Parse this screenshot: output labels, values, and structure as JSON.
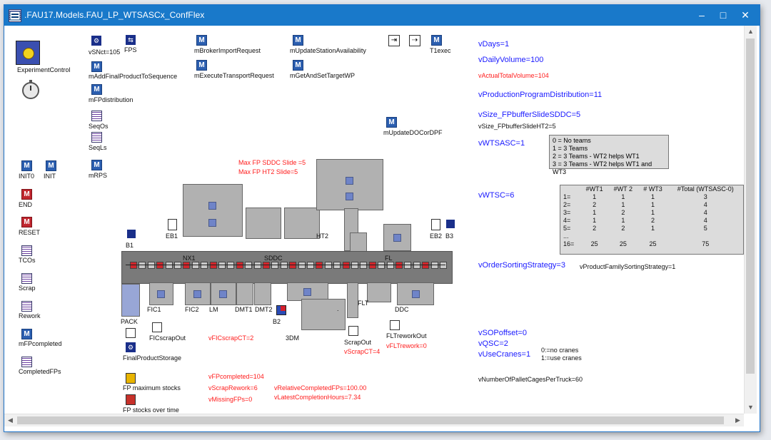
{
  "window": {
    "title": ".FAU17.Models.FAU_LP_WTSASCx_ConfFlex",
    "min_glyph": "–",
    "max_glyph": "□",
    "close_glyph": "✕"
  },
  "scrollbars": {
    "up": "▲",
    "down": "▼",
    "left": "◀",
    "right": "▶"
  },
  "left_objects": {
    "experiment_control": "ExperimentControl",
    "init0": "INIT0",
    "init": "INIT",
    "end": "END",
    "reset": "RESET",
    "tcos": "TCOs",
    "scrap": "Scrap",
    "rework": "Rework",
    "mfpcompleted": "mFPcompleted",
    "completedfps": "CompletedFPs"
  },
  "methods": {
    "vsnct": "vSNct=105",
    "fps": "FPS",
    "madd": "mAddFinalProductToSequence",
    "mfpdist": "mFPdistribution",
    "seqos": "SeqOs",
    "seqls": "SeqLs",
    "mrps": "mRPS",
    "mbroker": "mBrokerImportRequest",
    "mexecute": "mExecuteTransportRequest",
    "mupdatestation": "mUpdateStationAvailability",
    "mgetset": "mGetAndSetTargetWP",
    "t1exec": "T1exec",
    "mupdatedoc": "mUpdateDOCorDPF"
  },
  "model_labels": {
    "max_fp_sddc": "Max FP SDDC Slide =5",
    "max_fp_ht2": "Max FP HT2 Slide=5",
    "b1": "B1",
    "eb1": "EB1",
    "nx1": "NX1",
    "sddc": "SDDC",
    "ht2": "HT2",
    "fl": "FL",
    "eb2": "EB2",
    "b3": "B3",
    "pack": "PACK",
    "fic1": "FIC1",
    "fic2": "FIC2",
    "lm": "LM",
    "dmt1": "DMT1",
    "dmt2": "DMT2",
    "b2": "B2",
    "tdm": "3DM",
    "flt": "FLT",
    "ddc": "DDC",
    "dot": ".",
    "ficscrapout": "FICscrapOut",
    "vficscrapct": "vFICscrapCT=2",
    "finalproductstorage": "FinalProductStorage",
    "scrapout": "ScrapOut",
    "vscrapct": "vScrapCT=4",
    "fltreworkout": "FLTreworkOut",
    "vfltrework": "vFLTrework=0"
  },
  "bottom_left": {
    "fp_max": "FP maximum stocks",
    "fp_time": "FP stocks over time",
    "vfpcompleted": "vFPcompleted=104",
    "vscraprework": "vScrapRework=6",
    "vmissingfps": "vMissingFPs=0",
    "vrelative": "vRelativeCompletedFPs=100.00",
    "vlatest": "vLatestCompletionHours=7.34"
  },
  "variables": {
    "vdays": "vDays=1",
    "vdaily": "vDailyVolume=100",
    "vactual": "vActualTotalVolume=104",
    "vprodprog": "vProductionProgramDistribution=11",
    "vsize_sddc": "vSize_FPbufferSlideSDDC=5",
    "vsize_ht2": "vSize_FPbufferSlideHT2=5",
    "vwtsasc": "vWTSASC=1",
    "vwtsc": "vWTSC=6",
    "vordersorting": "vOrderSortingStrategy=3",
    "vproductfamily": "vProductFamilySortingStrategy=1",
    "vsooffset": "vSOPoffset=0",
    "vqsc": "vQSC=2",
    "vusecranes": "vUseCranes=1",
    "cranes0": "0:=no cranes",
    "cranes1": "1:=use cranes",
    "vnumberpallet": "vNumberOfPalletCagesPerTruck=60"
  },
  "wtsasc_legend": [
    "0 = No teams",
    "1 = 3 Teams",
    "2 = 3 Teams - WT2 helps WT1",
    "3 = 3 Teams - WT2 helps WT1 and WT3"
  ],
  "wtsc_table": {
    "headers": [
      "",
      "#WT1",
      "#WT 2",
      "# WT3",
      "#Total (WTSASC-0)"
    ],
    "rows": [
      [
        "1=",
        "1",
        "1",
        "1",
        "3"
      ],
      [
        "2=",
        "2",
        "1",
        "1",
        "4"
      ],
      [
        "3=",
        "1",
        "2",
        "1",
        "4"
      ],
      [
        "4=",
        "1",
        "1",
        "2",
        "4"
      ],
      [
        "5=",
        "2",
        "2",
        "1",
        "5"
      ],
      [
        "...",
        "",
        "",
        "",
        ""
      ],
      [
        "16=",
        "25",
        "25",
        "25",
        "75"
      ]
    ]
  },
  "colors": {
    "titlebar": "#1979ca",
    "accent_blue": "#1a1aff",
    "warning_red": "#ff1c1c",
    "conveyor": "#7a7a7a",
    "station": "#b1b1b1"
  }
}
